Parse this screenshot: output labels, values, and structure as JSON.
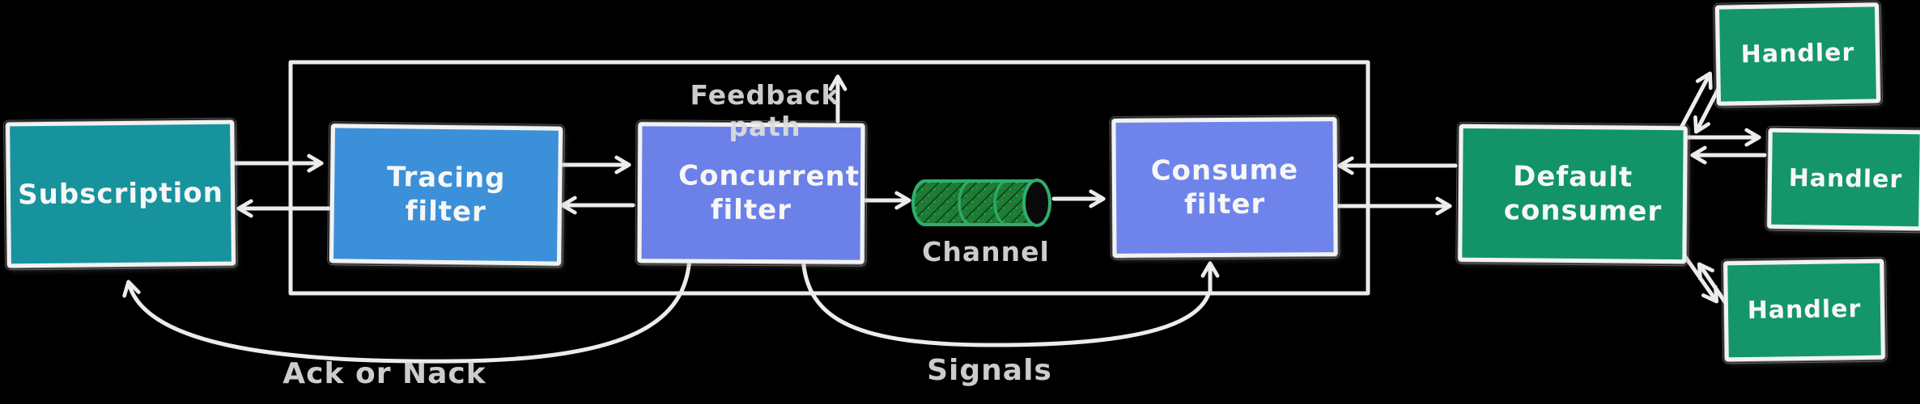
{
  "diagram": {
    "background": "#000000",
    "stroke_color": "#ececec",
    "label_color": "#dedede",
    "nodes": [
      {
        "id": "subscription",
        "label": "Subscription",
        "color": "#17939e"
      },
      {
        "id": "tracing-filter",
        "label": "Tracing filter",
        "color": "#3b90d9"
      },
      {
        "id": "concurrent-filter",
        "label": "Concurrent filter",
        "color": "#6b81e8"
      },
      {
        "id": "consume-filter",
        "label": "Consume filter",
        "color": "#6e84ea"
      },
      {
        "id": "default-consumer",
        "label": "Default consumer",
        "color": "#129468"
      },
      {
        "id": "handler-1",
        "label": "Handler",
        "color": "#14966a"
      },
      {
        "id": "handler-2",
        "label": "Handler",
        "color": "#14966a"
      },
      {
        "id": "handler-3",
        "label": "Handler",
        "color": "#14966a"
      }
    ],
    "channel": {
      "label": "Channel",
      "fill": "#1a7d33",
      "outline": "#2fae6e"
    },
    "edge_labels": {
      "top_loop": "Feedback path",
      "ack": "Ack or Nack",
      "signals": "Signals"
    }
  }
}
